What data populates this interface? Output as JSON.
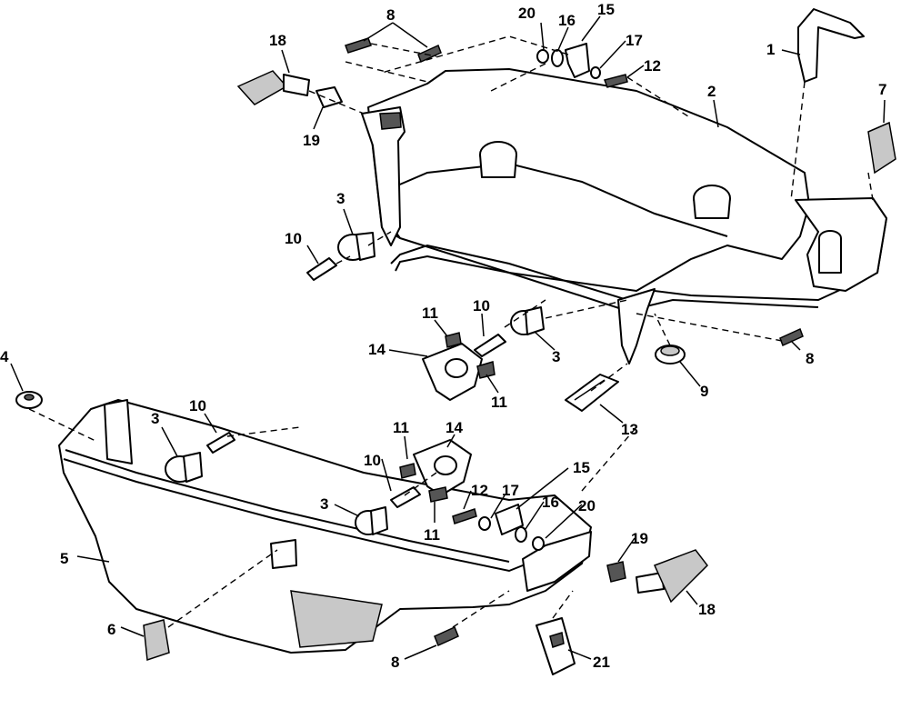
{
  "diagram": {
    "style": "exploded parts view, black line art on white",
    "callouts": [
      {
        "id": "c8a",
        "label": "8"
      },
      {
        "id": "c18a",
        "label": "18"
      },
      {
        "id": "c19a",
        "label": "19"
      },
      {
        "id": "c20a",
        "label": "20"
      },
      {
        "id": "c16a",
        "label": "16"
      },
      {
        "id": "c15a",
        "label": "15"
      },
      {
        "id": "c17a",
        "label": "17"
      },
      {
        "id": "c12a",
        "label": "12"
      },
      {
        "id": "c1",
        "label": "1"
      },
      {
        "id": "c2",
        "label": "2"
      },
      {
        "id": "c7",
        "label": "7"
      },
      {
        "id": "c3a",
        "label": "3"
      },
      {
        "id": "c10a",
        "label": "10"
      },
      {
        "id": "c11a",
        "label": "11"
      },
      {
        "id": "c10b",
        "label": "10"
      },
      {
        "id": "c14a",
        "label": "14"
      },
      {
        "id": "c3b",
        "label": "3"
      },
      {
        "id": "c11b",
        "label": "11"
      },
      {
        "id": "c8b",
        "label": "8"
      },
      {
        "id": "c9",
        "label": "9"
      },
      {
        "id": "c13",
        "label": "13"
      },
      {
        "id": "c4",
        "label": "4"
      },
      {
        "id": "c3c",
        "label": "3"
      },
      {
        "id": "c10c",
        "label": "10"
      },
      {
        "id": "c11c",
        "label": "11"
      },
      {
        "id": "c14b",
        "label": "14"
      },
      {
        "id": "c10d",
        "label": "10"
      },
      {
        "id": "c15b",
        "label": "15"
      },
      {
        "id": "c12b",
        "label": "12"
      },
      {
        "id": "c17b",
        "label": "17"
      },
      {
        "id": "c16b",
        "label": "16"
      },
      {
        "id": "c20b",
        "label": "20"
      },
      {
        "id": "c3d",
        "label": "3"
      },
      {
        "id": "c11d",
        "label": "11"
      },
      {
        "id": "c19b",
        "label": "19"
      },
      {
        "id": "c5",
        "label": "5"
      },
      {
        "id": "c18b",
        "label": "18"
      },
      {
        "id": "c6",
        "label": "6"
      },
      {
        "id": "c8c",
        "label": "8"
      },
      {
        "id": "c21",
        "label": "21"
      }
    ]
  }
}
